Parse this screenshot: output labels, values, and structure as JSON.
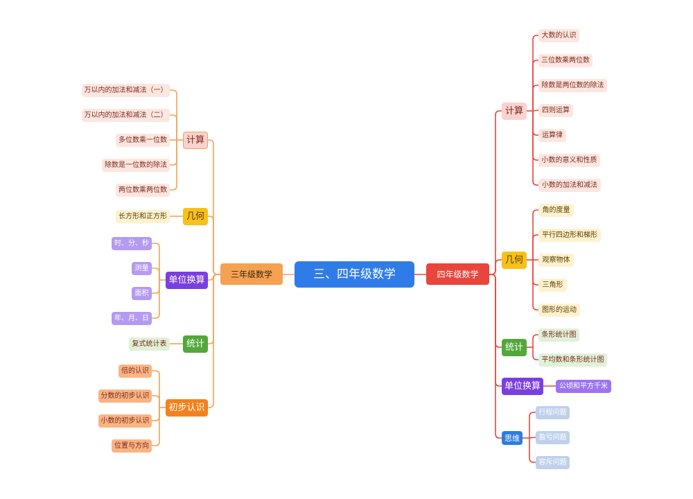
{
  "root": {
    "title": "三、四年级数学"
  },
  "left": {
    "title": "三年级数学",
    "categories": {
      "calc": {
        "label": "计算",
        "items": [
          "万以内的加法和减法（一）",
          "万以内的加法和减法（二）",
          "多位数乘一位数",
          "除数是一位数的除法",
          "两位数乘两位数"
        ]
      },
      "geo": {
        "label": "几何",
        "items": [
          "长方形和正方形"
        ]
      },
      "unit": {
        "label": "单位换算",
        "items": [
          "时、分、秒",
          "测量",
          "面积",
          "年、月、日"
        ]
      },
      "stat": {
        "label": "统计",
        "items": [
          "复式统计表"
        ]
      },
      "intro": {
        "label": "初步认识",
        "items": [
          "倍的认识",
          "分数的初步认识",
          "小数的初步认识",
          "位置与方向"
        ]
      }
    }
  },
  "right": {
    "title": "四年级数学",
    "categories": {
      "calc": {
        "label": "计算",
        "items": [
          "大数的认识",
          "三位数乘两位数",
          "除数是两位数的除法",
          "四则运算",
          "运算律",
          "小数的意义和性质",
          "小数的加法和减法"
        ]
      },
      "geo": {
        "label": "几何",
        "items": [
          "角的度量",
          "平行四边形和梯形",
          "观察物体",
          "三角形",
          "图形的运动"
        ]
      },
      "stat": {
        "label": "统计",
        "items": [
          "条形统计图",
          "平均数和条形统计图"
        ]
      },
      "unit": {
        "label": "单位换算",
        "items": [
          "公顷和平方千米"
        ]
      },
      "think": {
        "label": "思维",
        "items": [
          "行程问题",
          "盈亏问题",
          "容斥问题"
        ]
      }
    }
  },
  "colors": {
    "calc_bg": "#fbd3ce",
    "calc_text": "#7a2a1f",
    "calc_leaf": "#fde6df",
    "calc_line_r": "#e06a5c",
    "geo_bg": "#f7c01a",
    "geo_text": "#5a3d00",
    "geo_leaf": "#fdf2cf",
    "unit_bg": "#7a3fe0",
    "unit_text": "#ffffff",
    "unit_leaf": "#b49af0",
    "unit_leaf_text": "#ffffff",
    "stat_bg": "#52a83a",
    "stat_text": "#ffffff",
    "stat_leaf": "#e0f1d8",
    "intro_bg": "#f2821e",
    "intro_text": "#ffffff",
    "intro_leaf": "#f9b483",
    "think_bg": "#2e7de0",
    "think_text": "#ffffff",
    "think_leaf": "#bfd0ec",
    "think_leaf_text": "#ffffff",
    "line_left": "#f4a152",
    "line_right": "#e8453c"
  }
}
